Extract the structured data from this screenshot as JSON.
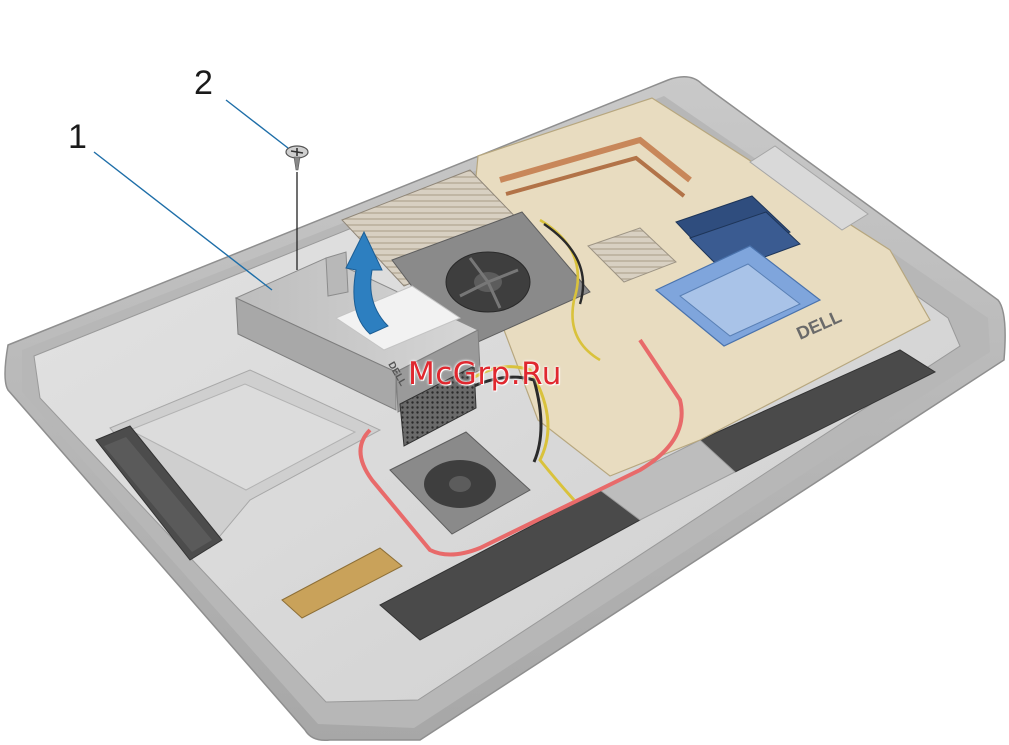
{
  "callouts": [
    {
      "number": "1",
      "target": "power-supply-unit"
    },
    {
      "number": "2",
      "target": "screw"
    }
  ],
  "watermark": "McGrp.Ru",
  "stickers": {
    "psu_brand": "DELL",
    "chassis_brand": "DELL"
  },
  "colors": {
    "callout_line": "#1e6ea8",
    "arrow": "#2d7fc0",
    "sata_cable": "#e86a6a",
    "motherboard": "#e8dcc0",
    "watermark": "#e0282f"
  },
  "icons": [
    "lift-arrow-icon",
    "screw-icon",
    "fan-icon"
  ]
}
